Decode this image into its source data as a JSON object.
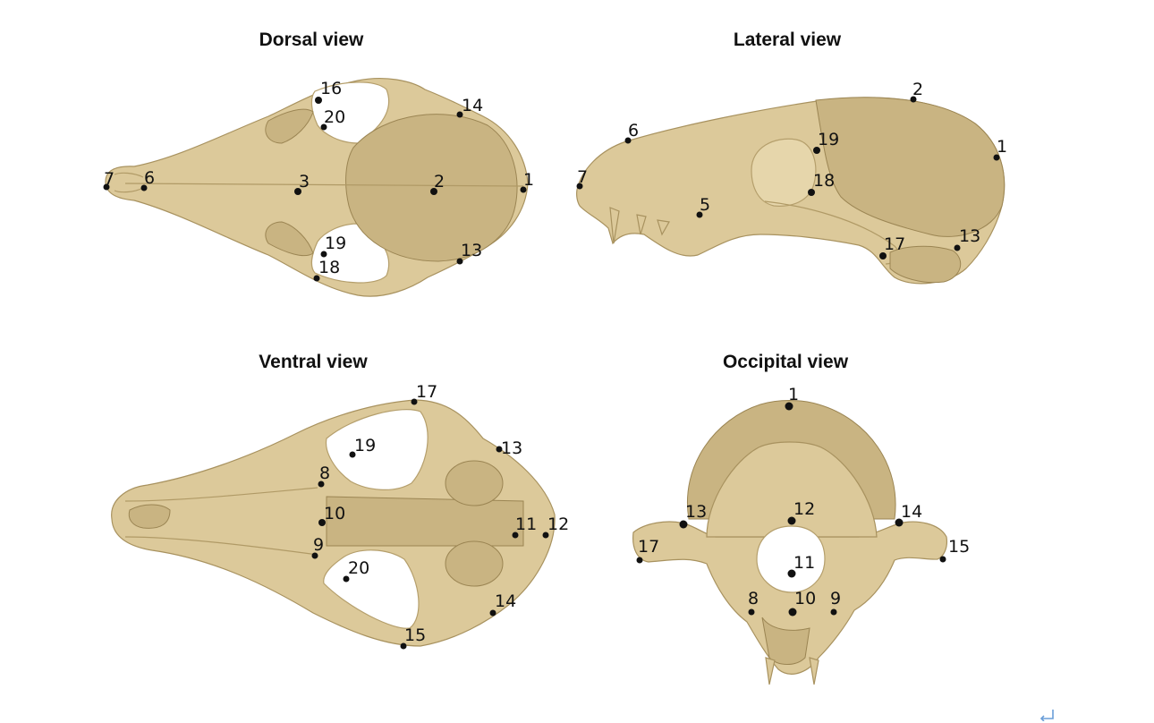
{
  "views": [
    {
      "id": "dorsal",
      "title": "Dorsal view",
      "landmarks": [
        {
          "label": "16"
        },
        {
          "label": "20"
        },
        {
          "label": "14"
        },
        {
          "label": "7"
        },
        {
          "label": "6"
        },
        {
          "label": "3"
        },
        {
          "label": "2"
        },
        {
          "label": "1"
        },
        {
          "label": "19"
        },
        {
          "label": "13"
        },
        {
          "label": "18"
        }
      ]
    },
    {
      "id": "lateral",
      "title": "Lateral view",
      "landmarks": [
        {
          "label": "2"
        },
        {
          "label": "6"
        },
        {
          "label": "19"
        },
        {
          "label": "1"
        },
        {
          "label": "7"
        },
        {
          "label": "18"
        },
        {
          "label": "5"
        },
        {
          "label": "17"
        },
        {
          "label": "13"
        }
      ]
    },
    {
      "id": "ventral",
      "title": "Ventral view",
      "landmarks": [
        {
          "label": "17"
        },
        {
          "label": "19"
        },
        {
          "label": "13"
        },
        {
          "label": "8"
        },
        {
          "label": "10"
        },
        {
          "label": "11"
        },
        {
          "label": "12"
        },
        {
          "label": "9"
        },
        {
          "label": "20"
        },
        {
          "label": "14"
        },
        {
          "label": "15"
        }
      ]
    },
    {
      "id": "occipital",
      "title": "Occipital view",
      "landmarks": [
        {
          "label": "1"
        },
        {
          "label": "13"
        },
        {
          "label": "12"
        },
        {
          "label": "14"
        },
        {
          "label": "15"
        },
        {
          "label": "17"
        },
        {
          "label": "11"
        },
        {
          "label": "8"
        },
        {
          "label": "10"
        },
        {
          "label": "9"
        }
      ]
    }
  ],
  "colors": {
    "bone": "#dcc99a",
    "bone_shadow": "#c9b482",
    "landmark": "#111111",
    "background": "#ffffff"
  },
  "icons": {
    "corner": "return-arrow-icon"
  }
}
